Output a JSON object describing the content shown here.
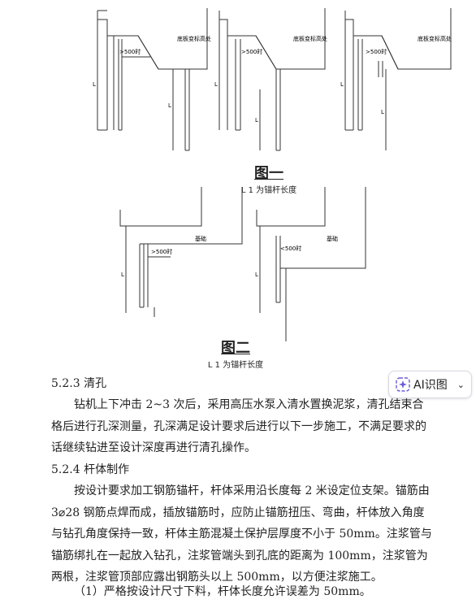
{
  "figure1": {
    "title": "图一",
    "subtitle": "L 1 为锚杆长度",
    "diagram_label": "底板变标高处",
    "anchor_label": ">500时",
    "length_label": "L"
  },
  "figure2": {
    "title": "图二",
    "subtitle": "L 1 为锚杆长度",
    "left_label": ">500时",
    "right_label": "<500时",
    "foundation_label": "基础",
    "length_label": "L"
  },
  "ai_button": {
    "label": "AI识图",
    "chevron": "⌄"
  },
  "sections": {
    "s523_heading": "5.2.3 清孔",
    "s523_p1": "钻机上下冲击 2~3 次后，采用高压水泵入清水置换泥浆，清孔结束合格后进行孔深测量，孔深满足设计要求后进行以下一步施工，不满足要求的话继续钻进至设计深度再进行清孔操作。",
    "s524_heading": "5.2.4 杆体制作",
    "s524_p1": "按设计要求加工钢筋锚杆，杆体采用沿长度每 2 米设定位支架。锚筋由 3⌀28 钢筋点焊而成，插放锚筋时，应防止锚筋扭压、弯曲，杆体放入角度与钻孔角度保持一致，杆体主筋混凝土保护层厚度不小于 50mm。注浆管与锚筋绑扎在一起放入钻孔，注浆管端头到孔底的距离为 100mm，注浆管为两根，注浆管顶部应露出钢筋头以上 500mm，以方便注浆施工。",
    "s524_item1": "（1）严格按设计尺寸下料，杆体长度允许误差为 50mm。"
  }
}
